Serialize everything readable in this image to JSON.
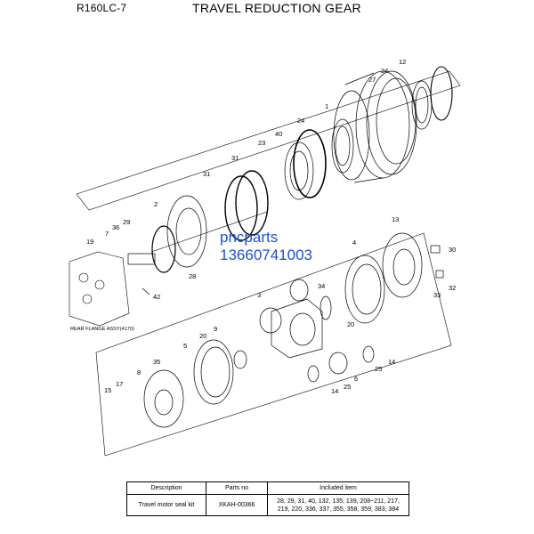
{
  "header": {
    "model": "R160LC-7",
    "title": "TRAVEL REDUCTION GEAR"
  },
  "diagram": {
    "watermark": {
      "line1": "pncparts",
      "line2": "13660741003"
    },
    "assembly_label": "REAR FLANGE ASSY(4170)",
    "callouts": [
      "12",
      "24",
      "27",
      "1",
      "24",
      "40",
      "23",
      "31",
      "31",
      "2",
      "29",
      "36",
      "7",
      "19",
      "28",
      "42",
      "13",
      "30",
      "4",
      "34",
      "3",
      "20",
      "9",
      "20",
      "5",
      "35",
      "8",
      "17",
      "15",
      "25",
      "14",
      "6",
      "25",
      "14",
      "33",
      "32"
    ]
  },
  "kit_table": {
    "headers": [
      "Description",
      "Parts no",
      "Included item"
    ],
    "rows": [
      {
        "description": "Travel motor seal kit",
        "part_no": "XKAH-00366",
        "included_1": "28, 29, 31, 40, 132, 135, 139, 208~211, 217,",
        "included_2": "219, 220, 336, 337, 355, 358, 359, 383, 384"
      }
    ]
  }
}
